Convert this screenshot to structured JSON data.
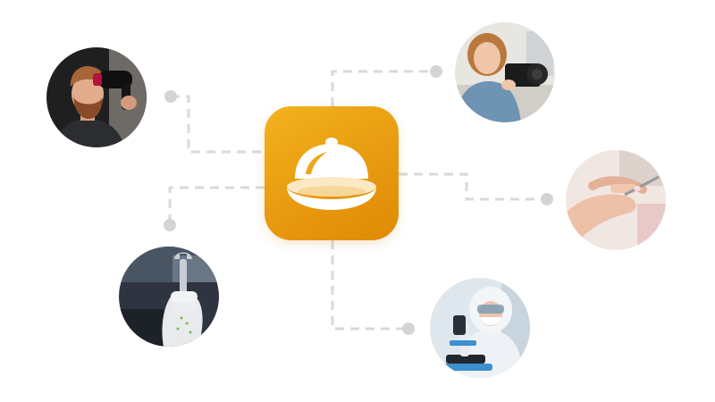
{
  "app": {
    "icon": "service-bell-icon",
    "accent_color": "#EBA314"
  },
  "services": [
    {
      "id": "barber",
      "icon": "barber-photo"
    },
    {
      "id": "photographer",
      "icon": "photographer-photo"
    },
    {
      "id": "manicure",
      "icon": "manicure-photo"
    },
    {
      "id": "mechanic",
      "icon": "mechanic-photo"
    },
    {
      "id": "laboratory",
      "icon": "lab-scientist-photo"
    }
  ],
  "connector_color": "#D9D9D9"
}
